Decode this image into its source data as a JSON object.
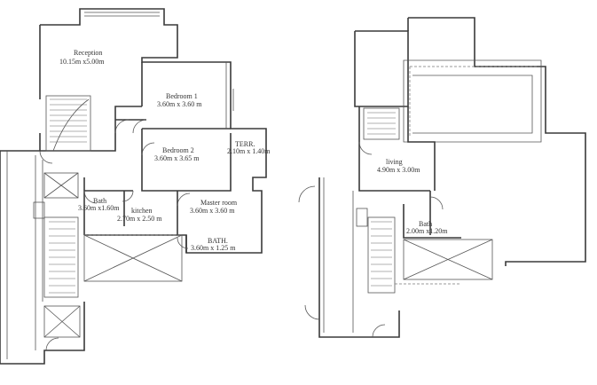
{
  "rooms_left": [
    {
      "name": "Reception",
      "size": "10.15m x5.00m"
    },
    {
      "name": "Bedroom 1",
      "size": "3.60m x 3.60 m"
    },
    {
      "name": "Bedroom 2",
      "size": "3.60m x 3.65 m"
    },
    {
      "name": "TERR.",
      "size": "2.10m x 1.40m"
    },
    {
      "name": "Bath",
      "size": "3.60m x1.60m"
    },
    {
      "name": "kitchen",
      "size": "2.70m x 2.50 m"
    },
    {
      "name": "Master room",
      "size": "3.60m x 3.60 m"
    },
    {
      "name": "BATH.",
      "size": "3.60m x 1.25 m"
    }
  ],
  "rooms_right": [
    {
      "name": "living",
      "size": "4.90m x 3.00m"
    },
    {
      "name": "Bath",
      "size": "2.00m x1.20m"
    }
  ]
}
